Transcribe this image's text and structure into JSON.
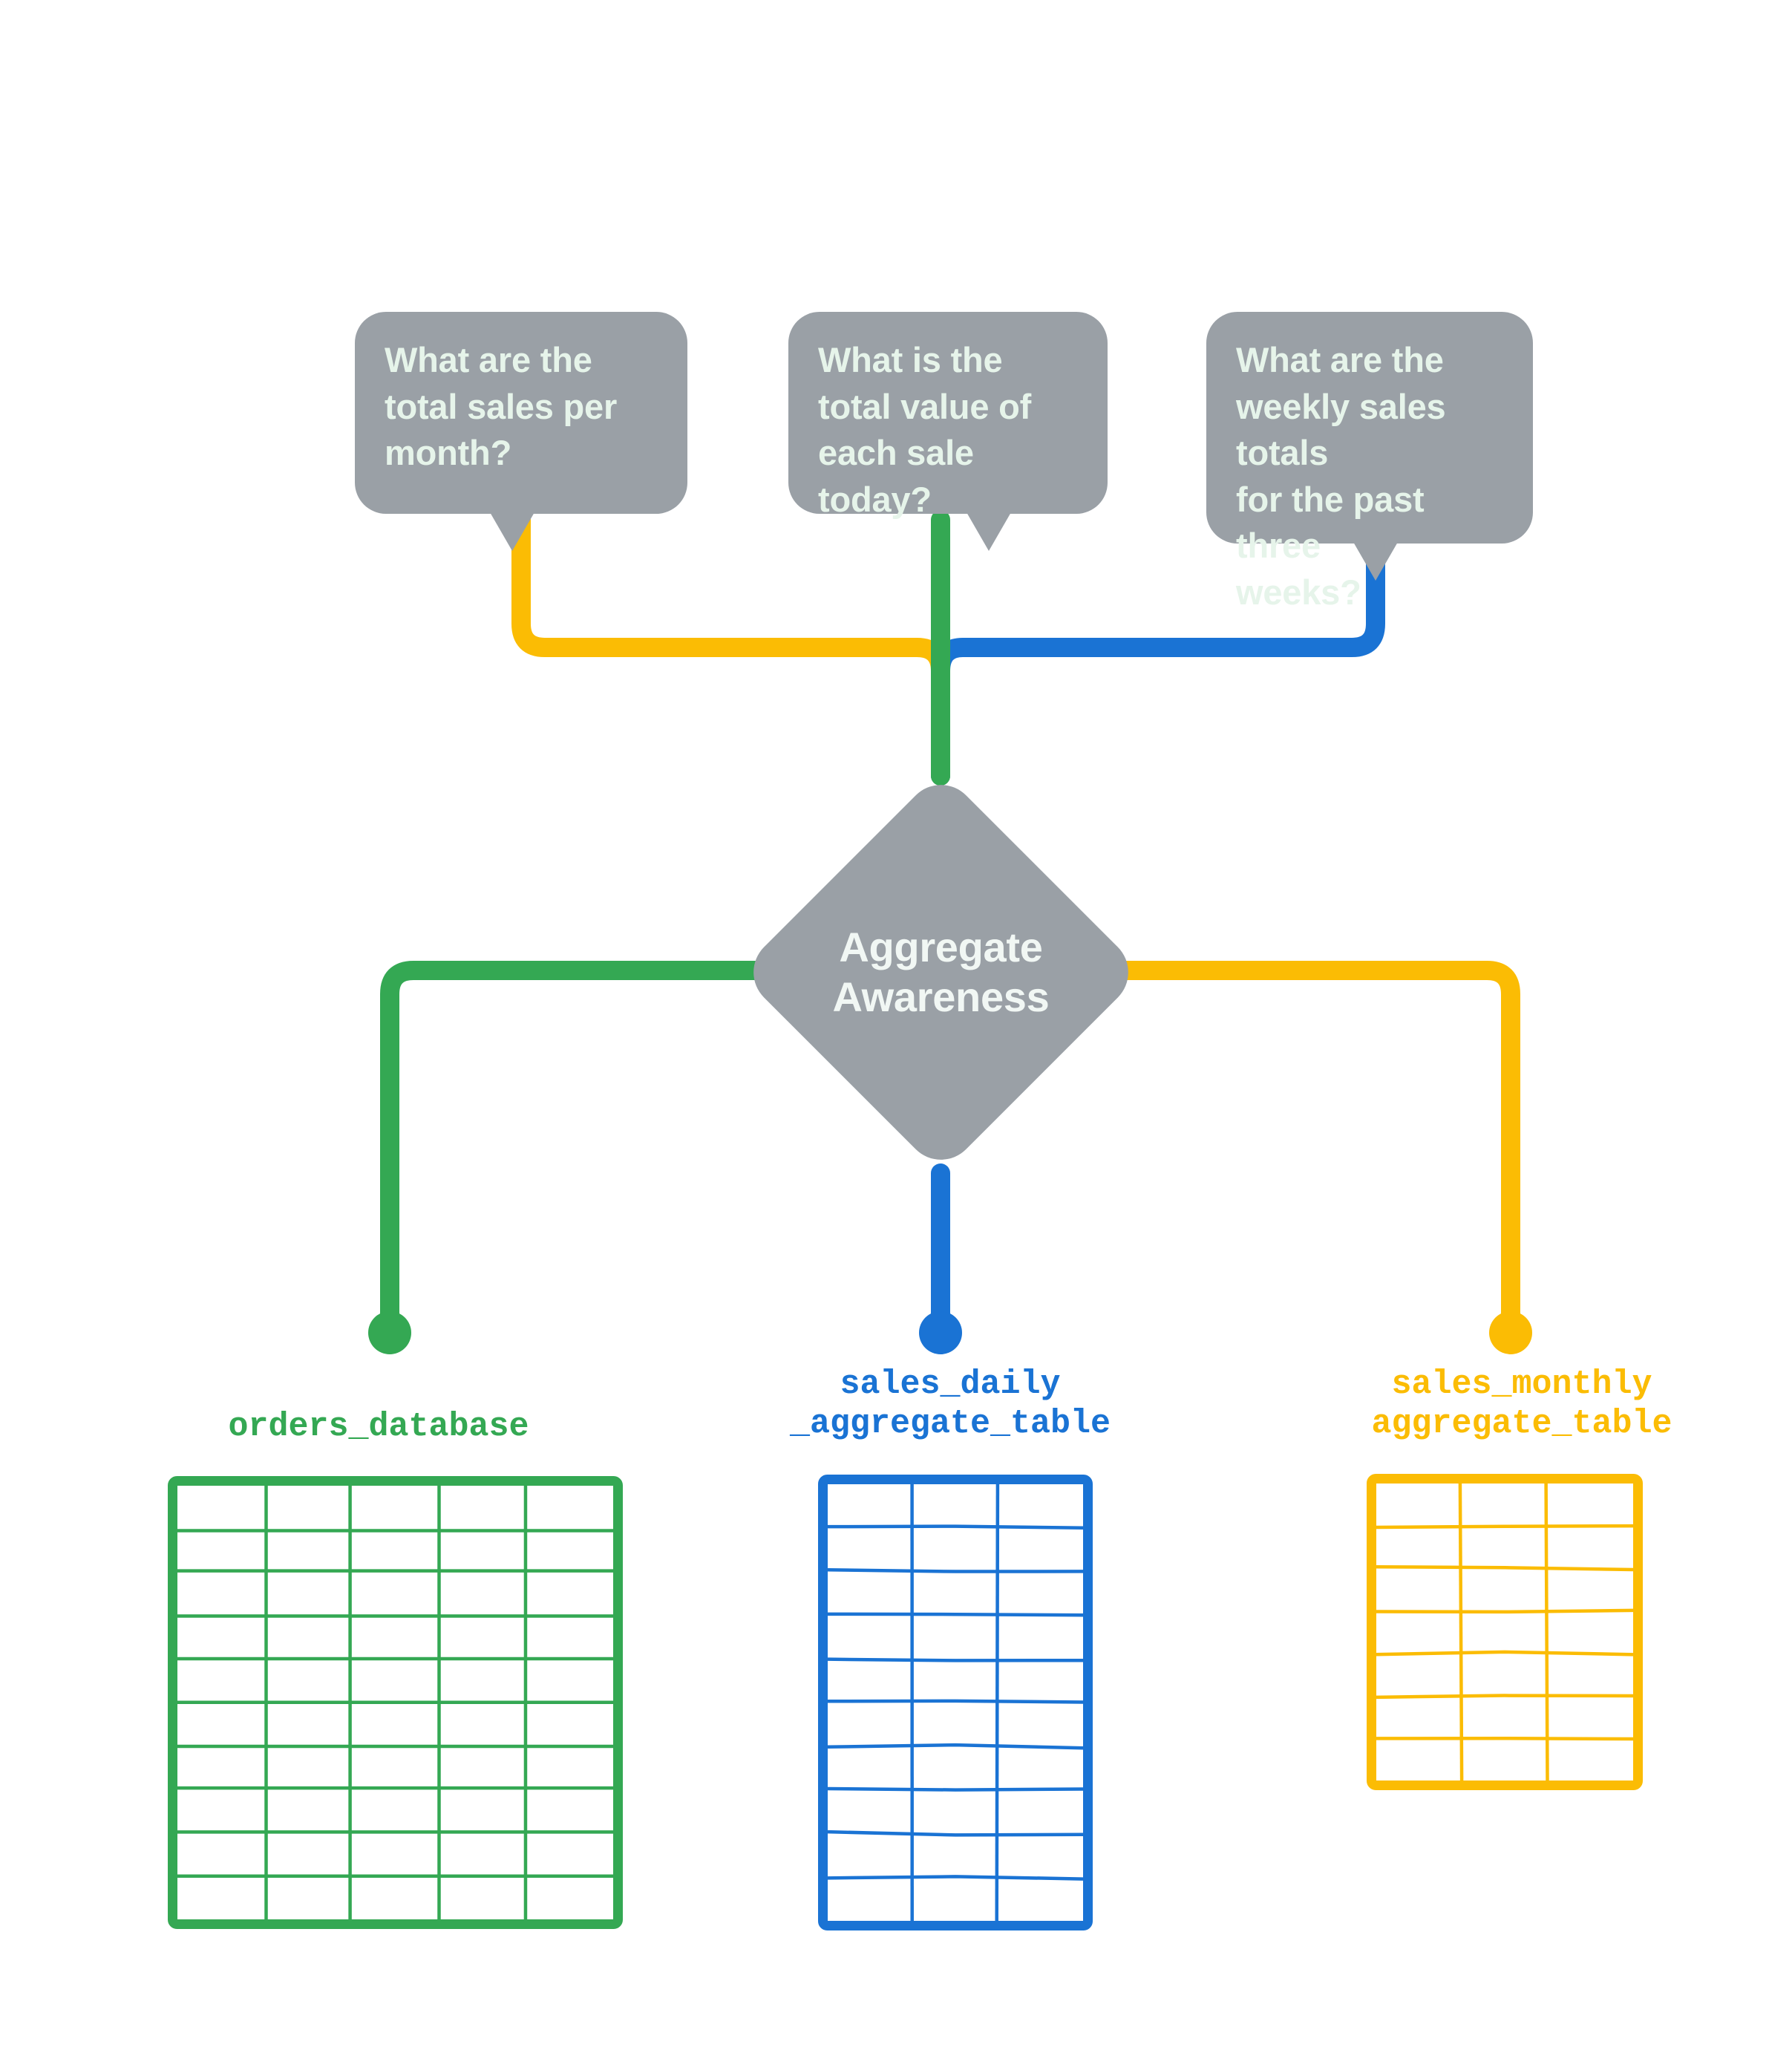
{
  "diagram": {
    "title": "Aggregate Awareness",
    "center_node": {
      "label": "Aggregate\nAwareness"
    },
    "colors": {
      "gray": "#9aa0a6",
      "green": "#34a853",
      "blue": "#1a73d4",
      "yellow": "#fbbc04",
      "bubble_text": "#e6f4ea",
      "node_text": "#f1f7f4",
      "background": "#ffffff"
    },
    "questions": [
      {
        "id": "q-monthly",
        "text": "What are the\ntotal sales per\nmonth?",
        "color": "#fbbc04"
      },
      {
        "id": "q-daily",
        "text": "What is the\ntotal value of\neach sale today?",
        "color": "#34a853"
      },
      {
        "id": "q-weekly",
        "text": "What are the\nweekly sales totals\nfor the past three\nweeks?",
        "color": "#1a73d4"
      }
    ],
    "tables": [
      {
        "id": "orders-database",
        "caption": "orders_database",
        "color": "#34a853",
        "columns": 5,
        "rows": 10
      },
      {
        "id": "sales-daily-aggregate-table",
        "caption": "sales_daily\n_aggregate_table",
        "color": "#1a73d4",
        "columns": 3,
        "rows": 10
      },
      {
        "id": "sales-monthly-aggregate-table",
        "caption": "sales_monthly\naggregate_table",
        "color": "#fbbc04",
        "columns": 3,
        "rows": 7
      }
    ],
    "connections": [
      {
        "from": "q-monthly",
        "to": "center_node",
        "color": "#fbbc04"
      },
      {
        "from": "q-daily",
        "to": "center_node",
        "color": "#34a853"
      },
      {
        "from": "q-weekly",
        "to": "center_node",
        "color": "#1a73d4"
      },
      {
        "from": "center_node",
        "to": "orders-database",
        "color": "#34a853"
      },
      {
        "from": "center_node",
        "to": "sales-daily-aggregate-table",
        "color": "#1a73d4"
      },
      {
        "from": "center_node",
        "to": "sales-monthly-aggregate-table",
        "color": "#fbbc04"
      }
    ]
  }
}
